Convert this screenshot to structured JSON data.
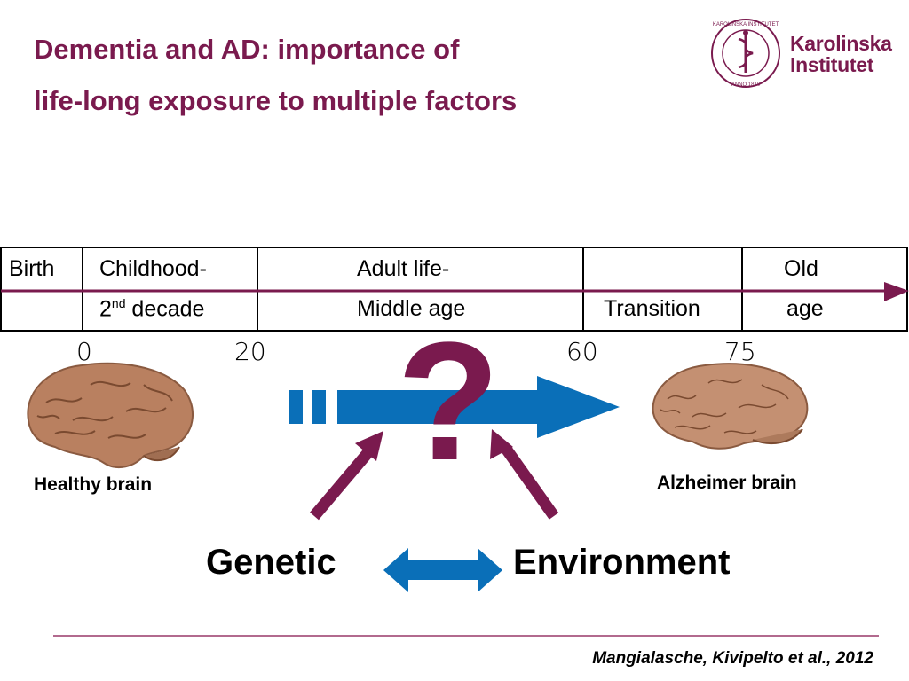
{
  "title": {
    "line1": "Dementia and AD: importance of",
    "line2": "life-long exposure to multiple factors"
  },
  "logo": {
    "name_line1": "Karolinska",
    "name_line2": "Institutet",
    "seal_text": "KAROLINSKA INSTITUTET",
    "seal_year": "ANNO 1810"
  },
  "timeline": {
    "birth": "Birth",
    "childhood_line1": "Childhood-",
    "childhood_line2_sup": "nd",
    "childhood_line2_pre": "2",
    "childhood_line2_post": " decade",
    "adult_line1": "Adult life-",
    "adult_line2": "Middle age",
    "transition": "Transition",
    "old_line1": "Old",
    "old_line2": "age"
  },
  "ages": [
    "0",
    "20",
    "60",
    "75"
  ],
  "captions": {
    "healthy": "Healthy brain",
    "alzheimer": "Alzheimer brain"
  },
  "question_mark": "?",
  "factors": {
    "genetic": "Genetic",
    "environment": "Environment"
  },
  "citation": "Mangialasche, Kivipelto et al., 2012",
  "colors": {
    "accent": "#7a1a4e",
    "arrow_blue": "#0a6fb8",
    "brain": "#b98060"
  }
}
